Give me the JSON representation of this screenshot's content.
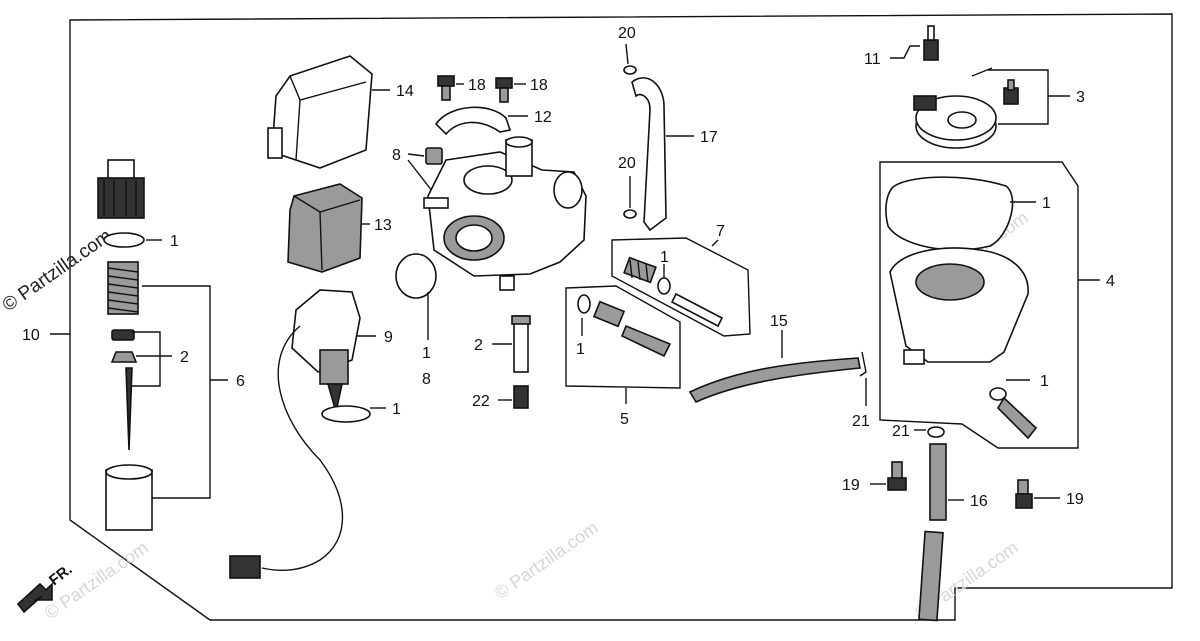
{
  "watermark": {
    "brand": "© Partzilla.com",
    "faint": "© Partzilla.com"
  },
  "front_marker": "FR.",
  "callouts": {
    "c1_left": "1",
    "c2_left": "2",
    "c6": "6",
    "c10": "10",
    "c14": "14",
    "c13": "13",
    "c9": "9",
    "c1_gasket": "1",
    "c18a": "18",
    "c18b": "18",
    "c12": "12",
    "c8_top": "8",
    "c1_oring": "1",
    "c8_bottom": "8",
    "c2_mid": "2",
    "c22": "22",
    "c20_top": "20",
    "c17": "17",
    "c20_mid": "20",
    "c7": "7",
    "c1_k7": "1",
    "c1_k5": "1",
    "c5": "5",
    "c15": "15",
    "c21a": "21",
    "c11": "11",
    "c3": "3",
    "c1_bowl": "1",
    "c4": "4",
    "c1_drain": "1",
    "c21b": "21",
    "c19a": "19",
    "c16": "16",
    "c19b": "19"
  }
}
